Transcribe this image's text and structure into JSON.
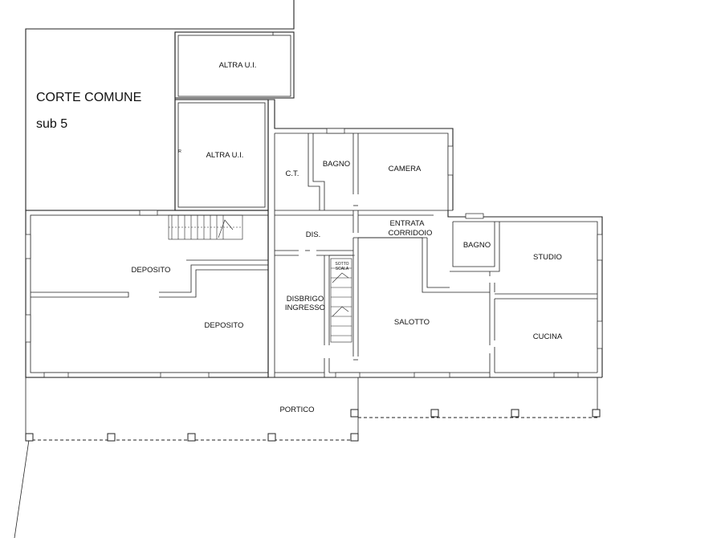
{
  "plan": {
    "corte": {
      "title": "CORTE COMUNE",
      "sub": "sub 5"
    },
    "rooms": {
      "altra_top": "ALTRA U.I.",
      "altra_mid": "ALTRA U.I.",
      "ct": "C.T.",
      "bagno_top": "BAGNO",
      "camera": "CAMERA",
      "entrata_1": "ENTRATA",
      "entrata_2": "CORRIDOIO",
      "dis": "DIS.",
      "bagno_right": "BAGNO",
      "studio": "STUDIO",
      "deposito_1": "DEPOSITO",
      "deposito_2": "DEPOSITO",
      "disbrigo_1": "DISBRIGO",
      "disbrigo_2": "INGRESSO",
      "salotto": "SALOTTO",
      "cucina": "CUCINA",
      "portico": "PORTICO"
    },
    "stair_note_1": "SOTTO",
    "stair_note_2": "SCALA"
  }
}
